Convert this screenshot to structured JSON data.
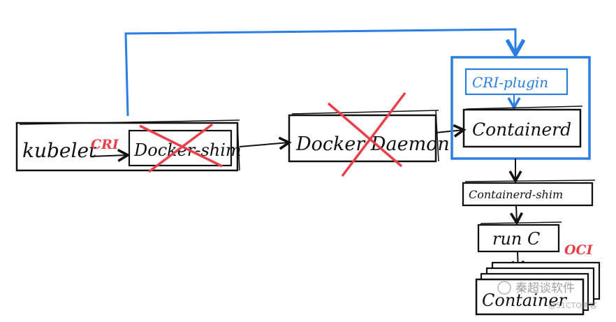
{
  "labels": {
    "kubelet": "kubelet",
    "cri": "CRI",
    "docker_shim": "Docker-shim",
    "docker_daemon": "Docker Daemon",
    "cri_plugin": "CRI-plugin",
    "containerd": "Containerd",
    "containerd_shim": "Containerd-shim",
    "runc": "run C",
    "oci": "OCI",
    "container": "Container"
  },
  "watermark": {
    "title": "秦超谈软件",
    "sub": "@51CTO博客"
  },
  "colors": {
    "ink": "#111111",
    "blue": "#2a7de1",
    "red": "#e8404a"
  }
}
